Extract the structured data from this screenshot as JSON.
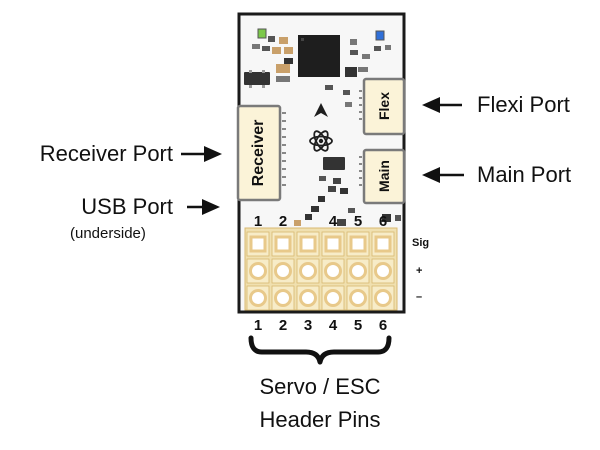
{
  "labels": {
    "receiver_port": "Receiver Port",
    "usb_port": "USB Port",
    "usb_port_note": "(underside)",
    "flexi_port": "Flexi Port",
    "main_port": "Main Port",
    "header_pins_line1": "Servo / ESC",
    "header_pins_line2": "Header Pins"
  },
  "board": {
    "receiver_connector": "Receiver",
    "flex_connector": "Flex",
    "main_connector": "Main",
    "pin_numbers": [
      "1",
      "2",
      "3",
      "4",
      "5",
      "6"
    ],
    "pin_rows": [
      "Sig",
      "+",
      "–"
    ]
  },
  "colors": {
    "board": "#f7f7f7",
    "board_border": "#1a1a1a",
    "connector_fill": "#fbf3d8",
    "header_pad": "#e8c98a",
    "header_bg": "#f0e0b0",
    "led_green": "#7cc84a",
    "led_blue": "#2f6fd8",
    "chip": "#1e1e1e"
  },
  "icons": [
    "arrow-left-icon",
    "arrow-right-icon",
    "curly-brace-icon",
    "atom-logo-icon",
    "chevron-up-icon"
  ]
}
